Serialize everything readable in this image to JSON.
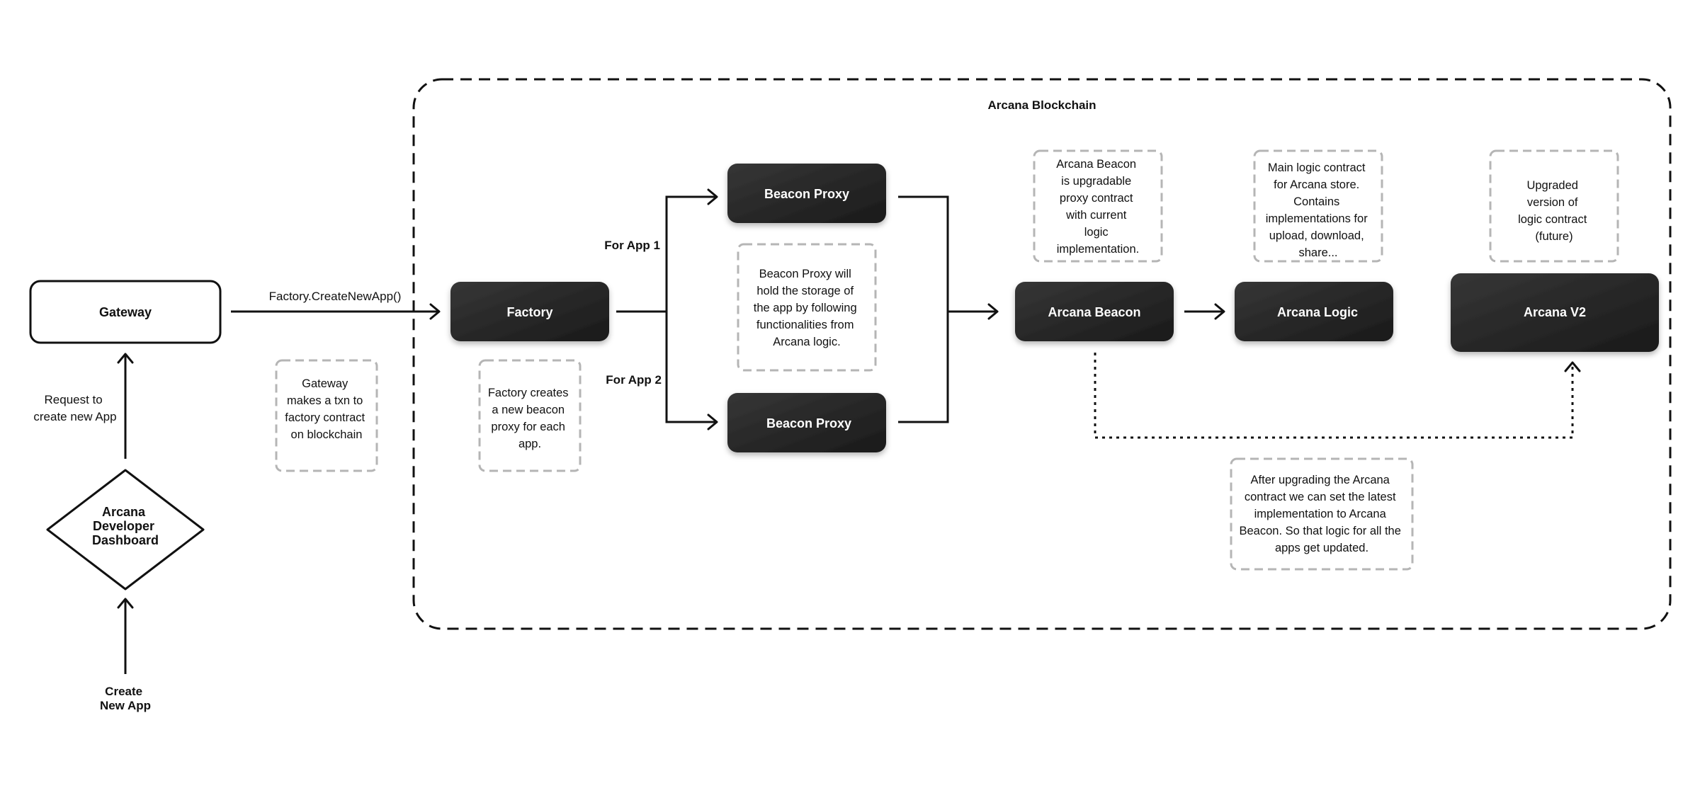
{
  "blockchain": {
    "title": "Arcana Blockchain"
  },
  "nodes": {
    "gateway": "Gateway",
    "factory": "Factory",
    "beacon_proxy_1": "Beacon Proxy",
    "beacon_proxy_2": "Beacon Proxy",
    "arcana_beacon": "Arcana Beacon",
    "arcana_logic": "Arcana Logic",
    "arcana_v2": "Arcana V2",
    "dashboard": [
      "Arcana",
      "Developer",
      "Dashboard"
    ]
  },
  "edge_labels": {
    "create_new_app_call": "Factory.CreateNewApp()",
    "request": [
      "Request to",
      "create new App"
    ],
    "create_new_app": [
      "Create",
      "New App"
    ],
    "for_app_1": "For App 1",
    "for_app_2": "For App 2"
  },
  "notes": {
    "gateway_note": [
      "Gateway",
      "makes a txn to",
      "factory contract",
      "on blockchain"
    ],
    "factory_note": [
      "Factory creates",
      "a new beacon",
      "proxy for each",
      "app."
    ],
    "proxy_note": [
      "Beacon Proxy will",
      "hold the storage of",
      "the app by following",
      "functionalities from",
      "Arcana logic."
    ],
    "beacon_note": [
      "Arcana Beacon",
      "is upgradable",
      "proxy contract",
      "with current",
      "logic",
      "implementation."
    ],
    "logic_note": [
      "Main logic contract",
      "for Arcana store.",
      "Contains",
      "implementations for",
      "upload, download,",
      "share..."
    ],
    "v2_note": [
      "Upgraded",
      "version of",
      "logic contract",
      "(future)"
    ],
    "upgrade_note": [
      "After upgrading the Arcana",
      "contract we can set the latest",
      "implementation to Arcana",
      "Beacon. So that logic for all the",
      "apps get updated."
    ]
  },
  "colors": {
    "node_dark": "#2b2b2b",
    "node_dark_end": "#1a1a1a",
    "note_border": "#b5b5b5",
    "line": "#111111"
  }
}
